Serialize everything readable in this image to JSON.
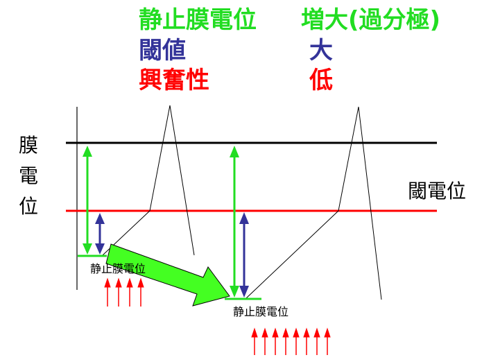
{
  "header": {
    "row1_left": "静止膜電位",
    "row1_right": "増大(過分極)",
    "row2_left": "閾値",
    "row2_right": "大",
    "row3_left": "興奮性",
    "row3_right": "低"
  },
  "axis": {
    "label_chars": [
      "膜",
      "電",
      "位"
    ]
  },
  "labels": {
    "threshold": "閾電位",
    "rest_left": "静止膜電位",
    "rest_right": "静止膜電位"
  },
  "colors": {
    "green": "#22dd22",
    "blue": "#333399",
    "red": "#ff0000",
    "black": "#000000"
  }
}
